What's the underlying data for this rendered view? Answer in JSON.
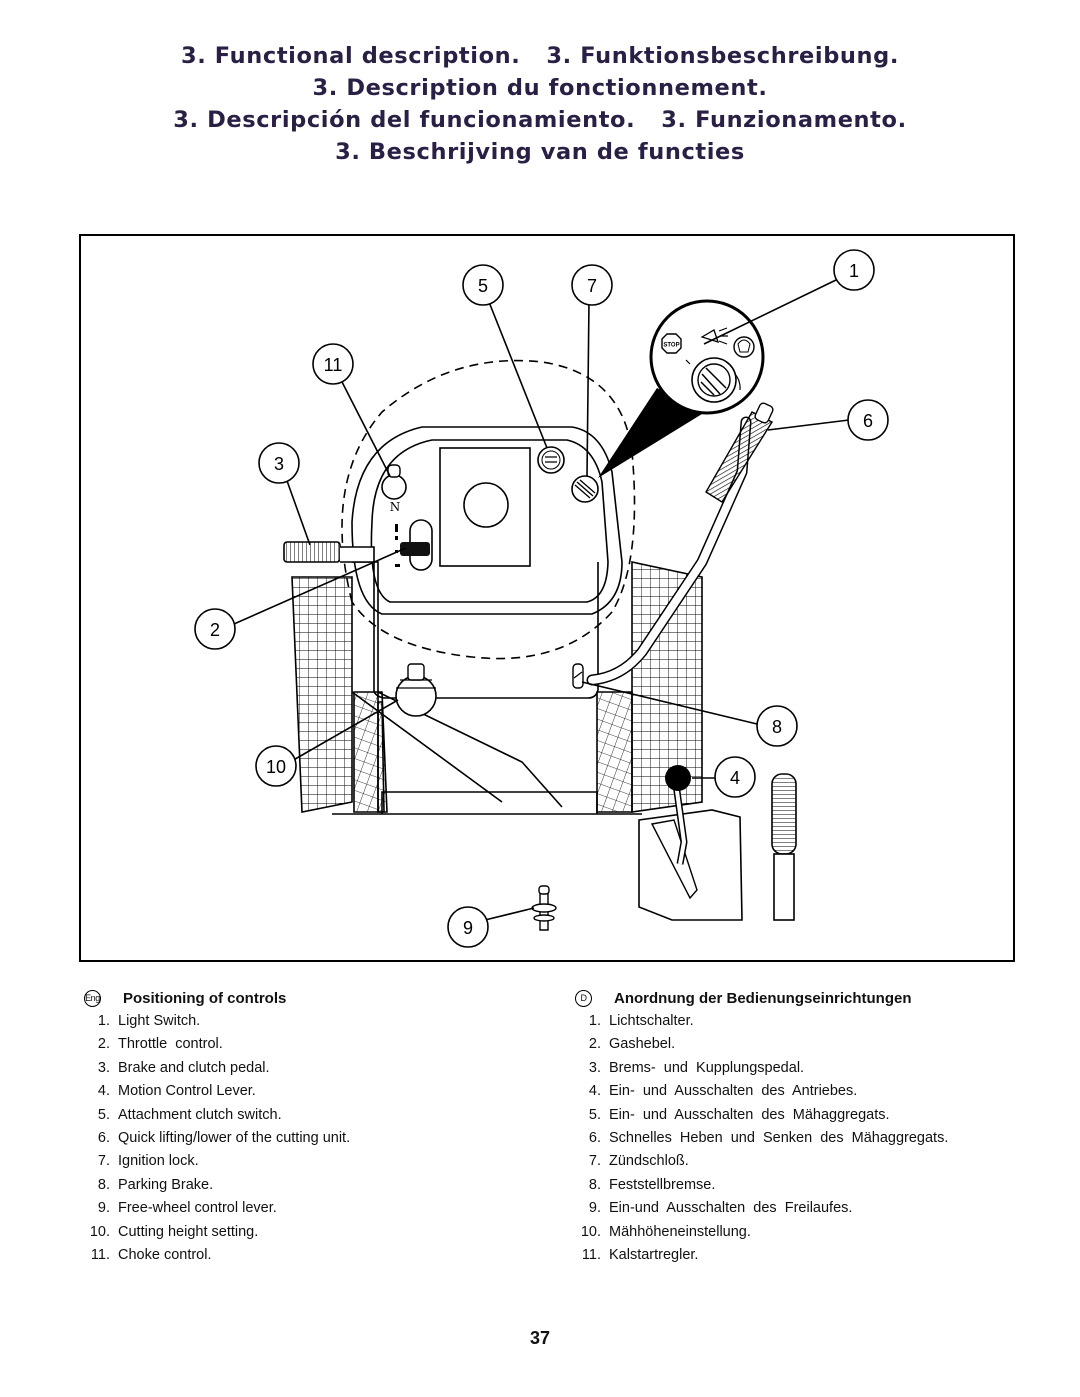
{
  "titles": {
    "line1_a": "3. Functional description.",
    "line1_b": "3. Funktionsbeschreibung.",
    "line2": "3. Description du fonctionnement.",
    "line3_a": "3. Descripción del funcionamiento.",
    "line3_b": "3. Funzionamento.",
    "line4": "3. Beschrijving van de functies"
  },
  "figure": {
    "callouts": [
      "1",
      "2",
      "3",
      "4",
      "5",
      "6",
      "7",
      "8",
      "9",
      "10",
      "11"
    ],
    "stop_label": "STOP",
    "choke_label": "N"
  },
  "english": {
    "badge": "Eng",
    "heading": "Positioning of controls",
    "items": [
      {
        "num": "1.",
        "text": "Light Switch."
      },
      {
        "num": "2.",
        "text": "Throttle  control."
      },
      {
        "num": "3.",
        "text": "Brake and clutch pedal."
      },
      {
        "num": "4.",
        "text": "Motion Control Lever."
      },
      {
        "num": "5.",
        "text": "Attachment clutch switch."
      },
      {
        "num": "6.",
        "text": "Quick lifting/lower of the cutting unit."
      },
      {
        "num": "7.",
        "text": "Ignition lock."
      },
      {
        "num": "8.",
        "text": "Parking Brake."
      },
      {
        "num": "9.",
        "text": "Free-wheel control lever."
      },
      {
        "num": "10.",
        "text": "Cutting height setting."
      },
      {
        "num": "11.",
        "text": "Choke control."
      }
    ]
  },
  "german": {
    "badge": "D",
    "heading": "Anordnung der Bedienungseinrichtungen",
    "items": [
      {
        "num": "1.",
        "text": "Lichtschalter."
      },
      {
        "num": "2.",
        "text": "Gashebel."
      },
      {
        "num": "3.",
        "text": "Brems-  und  Kupplungspedal."
      },
      {
        "num": "4.",
        "text": "Ein-  und  Ausschalten  des  Antriebes."
      },
      {
        "num": "5.",
        "text": "Ein-  und  Ausschalten  des  Mähaggregats."
      },
      {
        "num": "6.",
        "text": "Schnelles  Heben  und  Senken  des  Mähaggregats."
      },
      {
        "num": "7.",
        "text": "Zündschloß."
      },
      {
        "num": "8.",
        "text": "Feststellbremse."
      },
      {
        "num": "9.",
        "text": "Ein-und  Ausschalten  des  Freilaufes."
      },
      {
        "num": "10.",
        "text": "Mähhöheneinstellung."
      },
      {
        "num": "11.",
        "text": "Kalstartregler."
      }
    ]
  },
  "page_number": "37"
}
